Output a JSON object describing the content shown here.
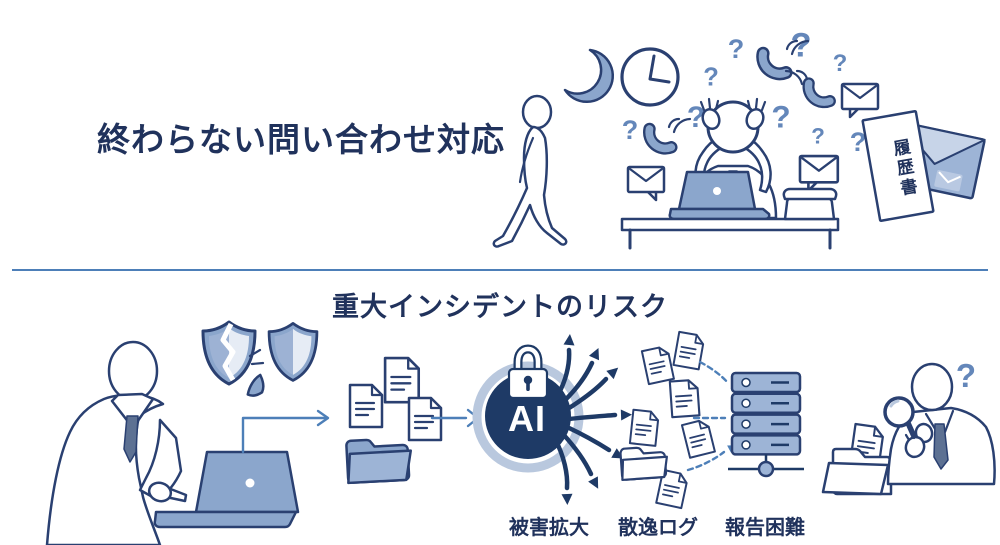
{
  "colors": {
    "navy": "#20325c",
    "outline": "#2a4071",
    "mid": "#8ba6cc",
    "ltblue": "#9db4d6",
    "flow": "#4d7fb8",
    "ai": "#1e3a66",
    "accent": "#6487ba",
    "ring": "#b9c8de",
    "divider": "#4d7fb8",
    "bg": "#ffffff"
  },
  "top_section": {
    "title": "終わらない問い合わせ対応",
    "resume_label": "履歴書"
  },
  "bottom_section": {
    "title": "重大インシデントのリスク",
    "ai_label": "AI",
    "labels": [
      {
        "text": "被害拡大"
      },
      {
        "text": "散逸ログ"
      },
      {
        "text": "報告困難"
      }
    ]
  },
  "glyphs": {
    "question_mark": "?"
  },
  "icons": {
    "moon": "crescent",
    "clock": "analog-clock",
    "phone": "handset-with-sound-waves",
    "mail": "envelope-speech-bubble",
    "shield": "security-shield",
    "broken_shield": "cracked-shield",
    "ai_hub": "locked-ai-circle-with-radiating-arrows",
    "server": "server-rack",
    "magnifier": "magnifying-glass",
    "folder": "file-folder",
    "document": "text-document",
    "laptop": "laptop"
  }
}
